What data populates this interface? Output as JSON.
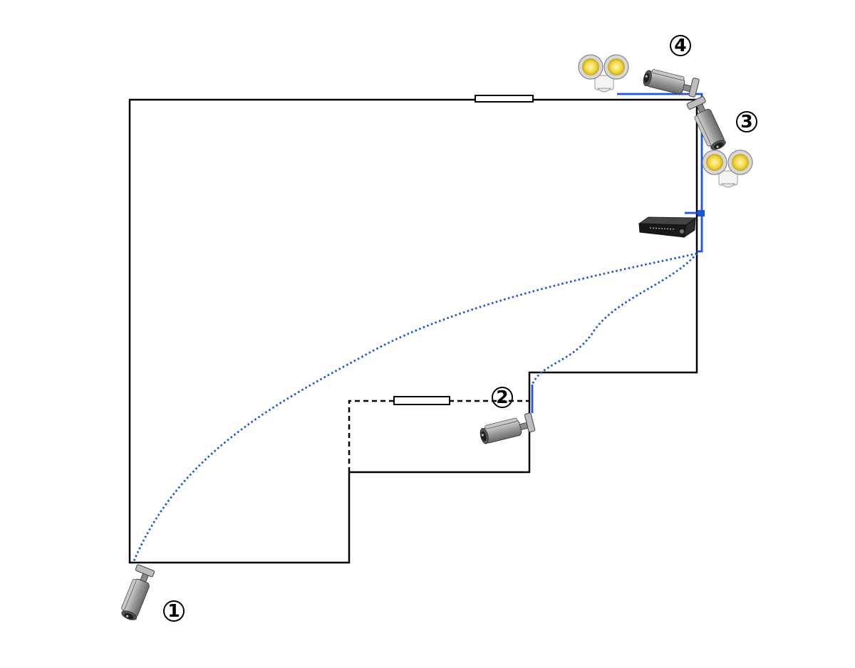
{
  "cameras": [
    {
      "id": 1,
      "label": "①"
    },
    {
      "id": 2,
      "label": "②"
    },
    {
      "id": 3,
      "label": "③"
    },
    {
      "id": 4,
      "label": "④"
    }
  ],
  "colors": {
    "wall": "#000000",
    "wired_cable": "#1b55e0",
    "wireless_link": "#1b55e0",
    "camera_body": "#9a9a9a",
    "floodlight": "#f2d94a"
  },
  "icons": [
    "bullet-camera-icon",
    "dvr-recorder-icon",
    "floodlight-icon"
  ]
}
